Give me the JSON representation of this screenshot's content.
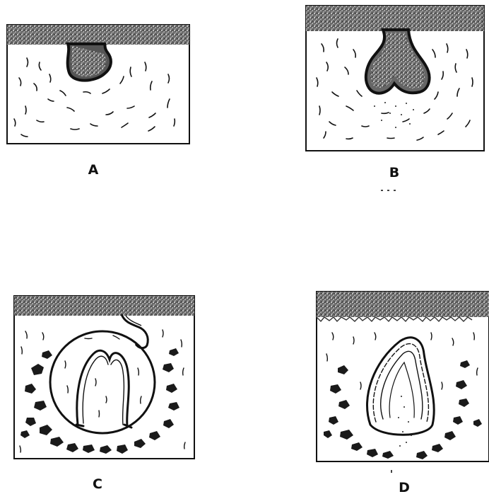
{
  "figure": {
    "panels": [
      {
        "id": "A",
        "label": "A",
        "stage": "bud"
      },
      {
        "id": "B",
        "label": "B",
        "stage": "cap"
      },
      {
        "id": "C",
        "label": "C",
        "stage": "bell"
      },
      {
        "id": "D",
        "label": "D",
        "stage": "crown"
      }
    ]
  },
  "colors": {
    "ink": "#111111",
    "background": "#ffffff",
    "epithelium_stipple": "#333333",
    "bone": "#1a1a1a"
  }
}
